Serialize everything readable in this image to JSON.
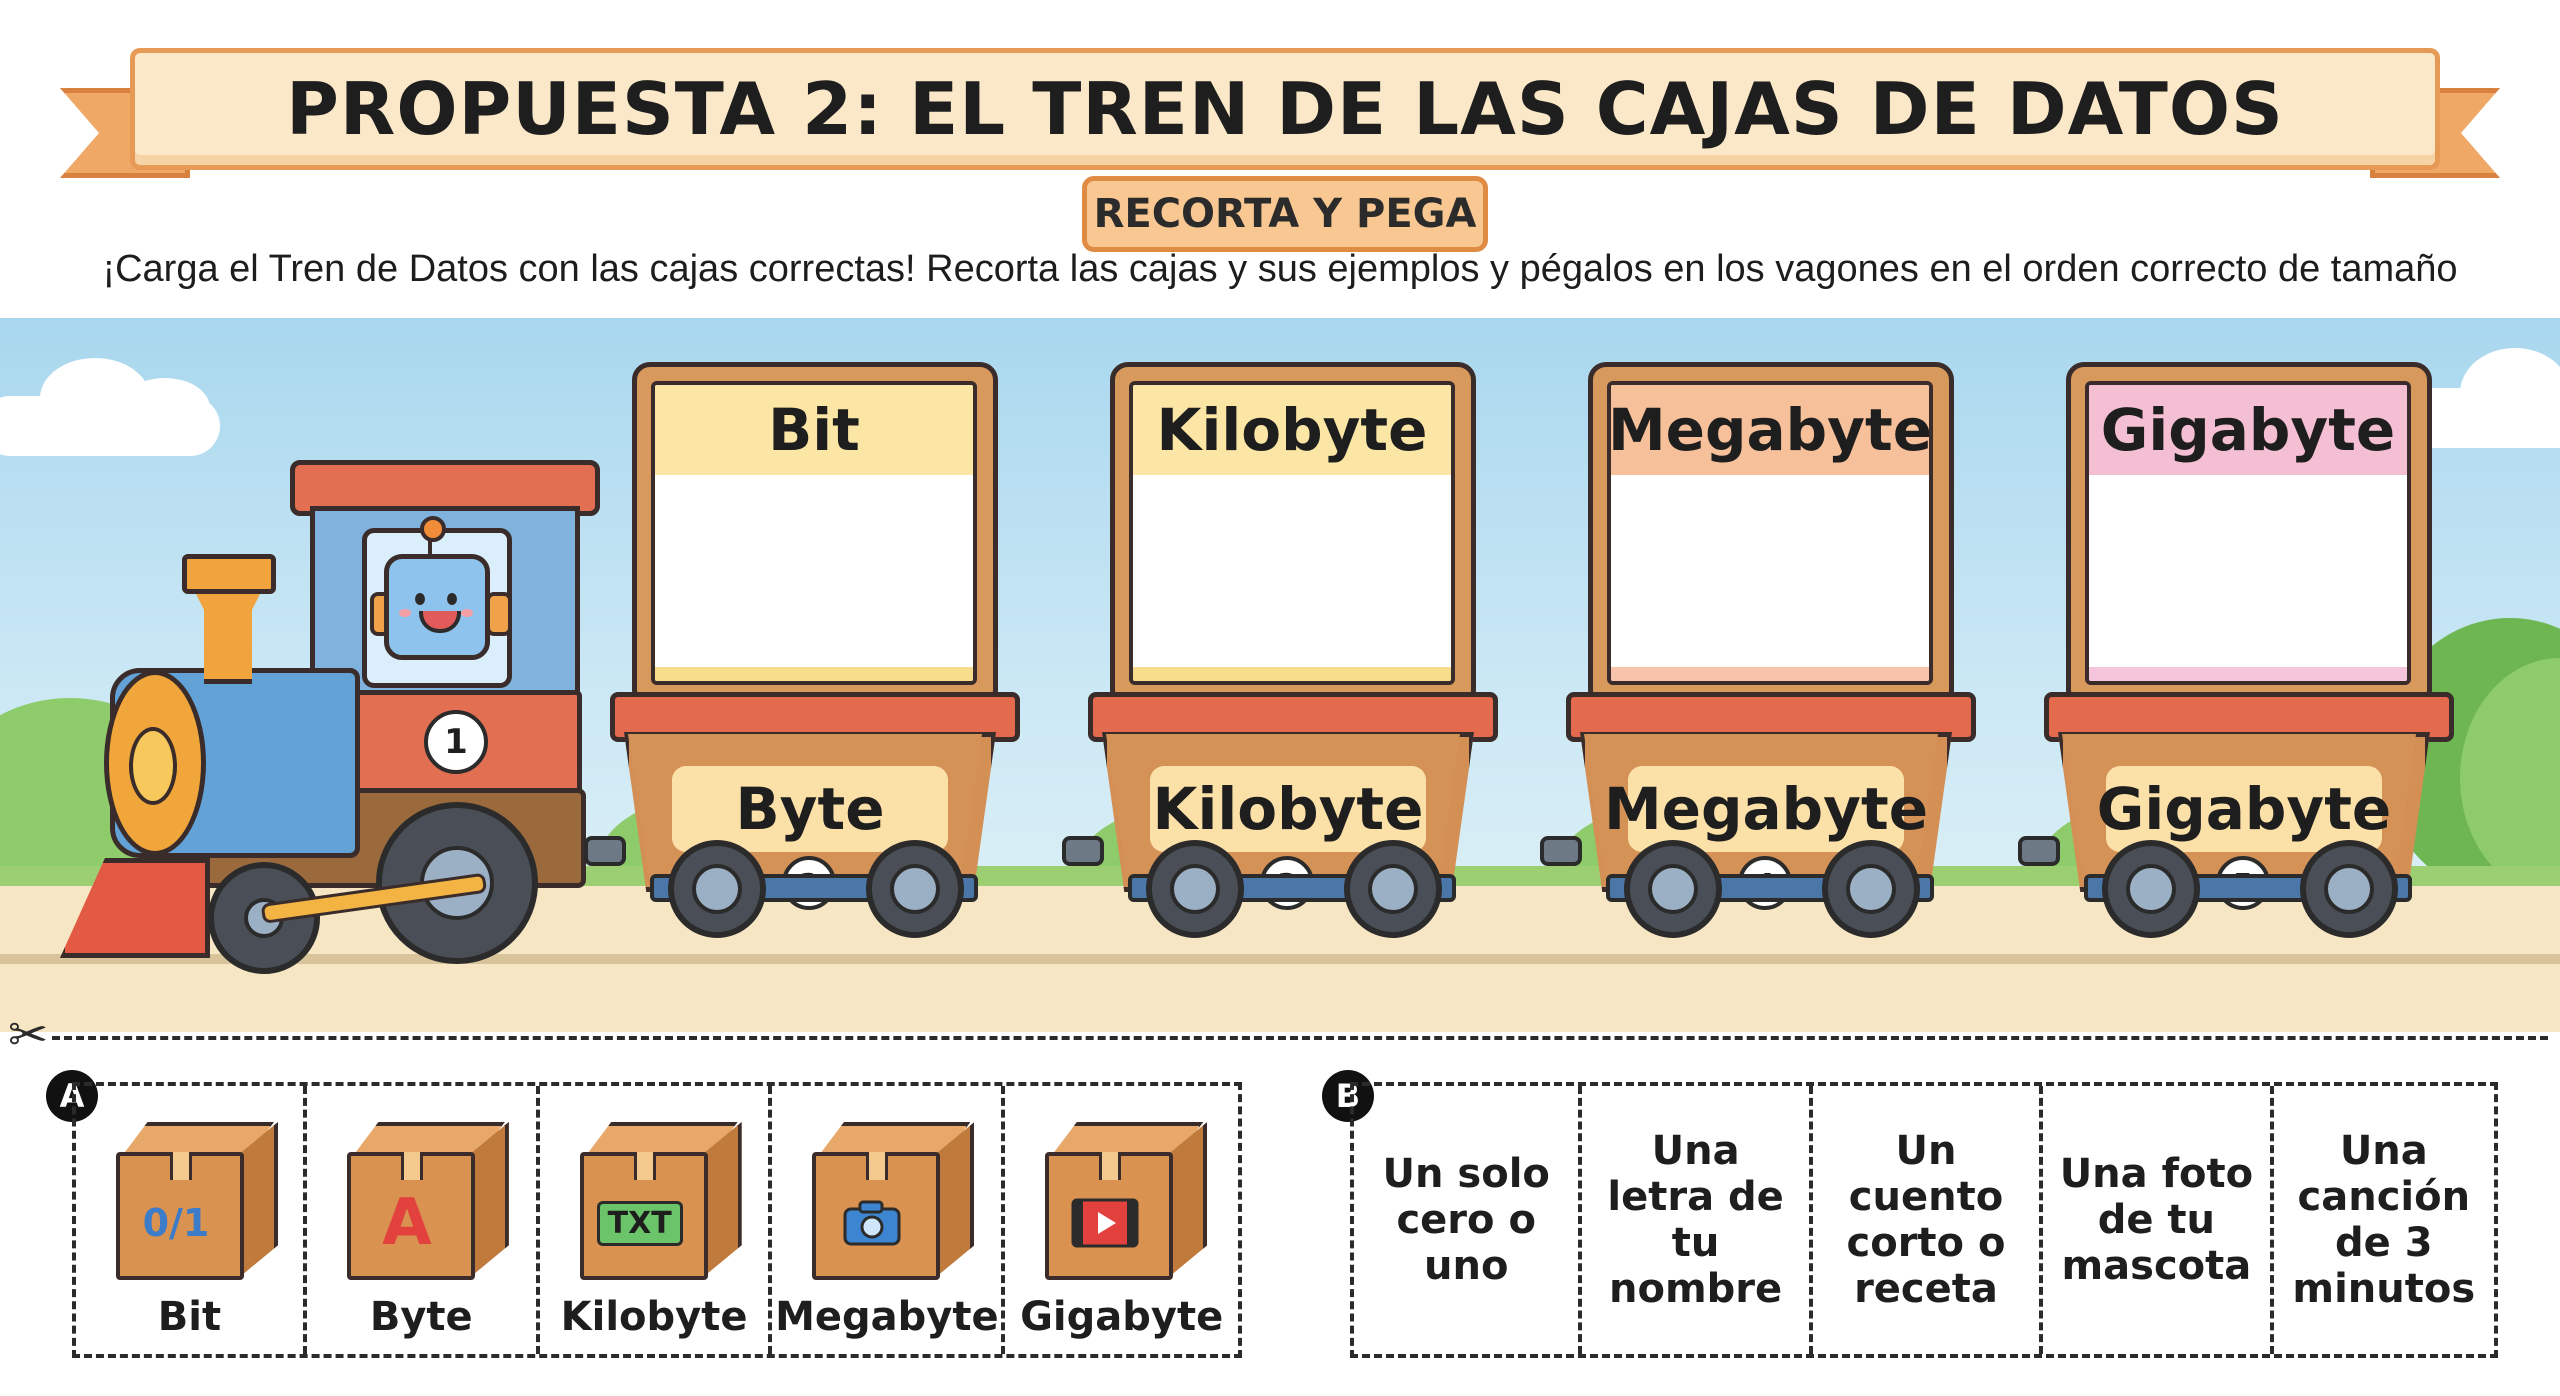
{
  "header": {
    "title": "PROPUESTA 2: EL TREN DE LAS CAJAS DE DATOS",
    "subtitle": "RECORTA Y PEGA",
    "instructions": "¡Carga el Tren de Datos con las cajas correctas! Recorta las cajas y sus ejemplos y pégalos en los vagones en el orden correcto de tamaño"
  },
  "train": {
    "locomotive": {
      "number": "1",
      "driver_icon": "robot-icon"
    },
    "wagons": [
      {
        "sign": "Bit",
        "label": "Byte",
        "number": "2",
        "sign_color": "#fbe6a6",
        "sign_foot_color": "#f7dc8c"
      },
      {
        "sign": "Kilobyte",
        "label": "Kilobyte",
        "number": "3",
        "sign_color": "#fbe6a6",
        "sign_foot_color": "#f7dc8c"
      },
      {
        "sign": "Megabyte",
        "label": "Megabyte",
        "number": "4",
        "sign_color": "#f6c09a",
        "sign_foot_color": "#f7c3aa"
      },
      {
        "sign": "Gigabyte",
        "label": "Gigabyte",
        "number": "5",
        "sign_color": "#f5bfd3",
        "sign_foot_color": "#f5c5dc"
      }
    ]
  },
  "cutouts": {
    "scissors_icon": "scissors-icon",
    "strip_a": {
      "badge": "A",
      "boxes": [
        {
          "label": "Bit",
          "symbol": "0/1",
          "icon": "binary-icon"
        },
        {
          "label": "Byte",
          "symbol": "A",
          "icon": "letter-icon"
        },
        {
          "label": "Kilobyte",
          "symbol": "TXT",
          "icon": "text-file-icon"
        },
        {
          "label": "Megabyte",
          "symbol": "",
          "icon": "camera-icon"
        },
        {
          "label": "Gigabyte",
          "symbol": "",
          "icon": "video-icon"
        }
      ]
    },
    "strip_b": {
      "badge": "B",
      "examples": [
        "Un solo cero o uno",
        "Una letra de tu nombre",
        "Un cuento corto o receta",
        "Una foto de tu mascota",
        "Una canción de 3 minutos"
      ]
    }
  },
  "colors": {
    "banner": "#fbe8c8",
    "ribbon": "#efa866",
    "wagon": "#d48f54",
    "wagon_rim": "#e46a4e",
    "sky": "#a9d7ee",
    "ground": "#f6e6c4"
  }
}
